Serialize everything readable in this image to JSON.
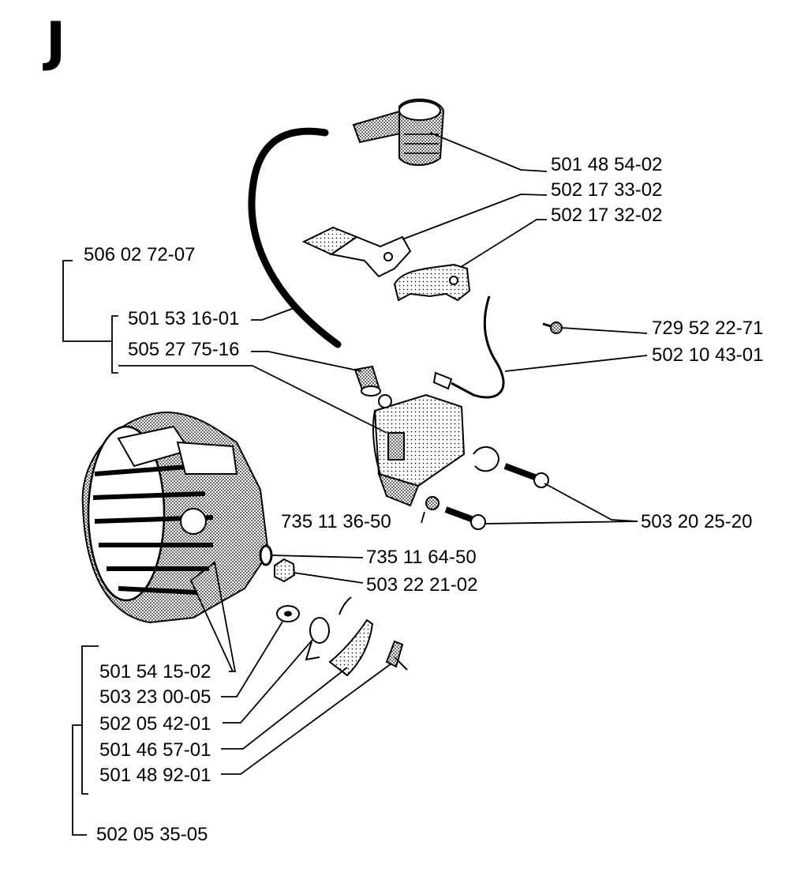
{
  "section": "J",
  "part_numbers": {
    "p501485402": "501 48 54-02",
    "p502173302": "502 17 33-02",
    "p502173202": "502 17 32-02",
    "p506027207": "506 02 72-07",
    "p501531601": "501 53 16-01",
    "p729522271": "729 52 22-71",
    "p505277516": "505 27 75-16",
    "p502104301": "502 10 43-01",
    "p735113650": "735 11 36-50",
    "p503202520": "503 20 25-20",
    "p735116450": "735 11 64-50",
    "p503222102": "503 22 21-02",
    "p501541502": "501 54 15-02",
    "p503230005": "503 23 00-05",
    "p502054201": "502 05 42-01",
    "p501465701": "501 46 57-01",
    "p501489201": "501 48 92-01",
    "p502053505": "502 05 35-05"
  }
}
